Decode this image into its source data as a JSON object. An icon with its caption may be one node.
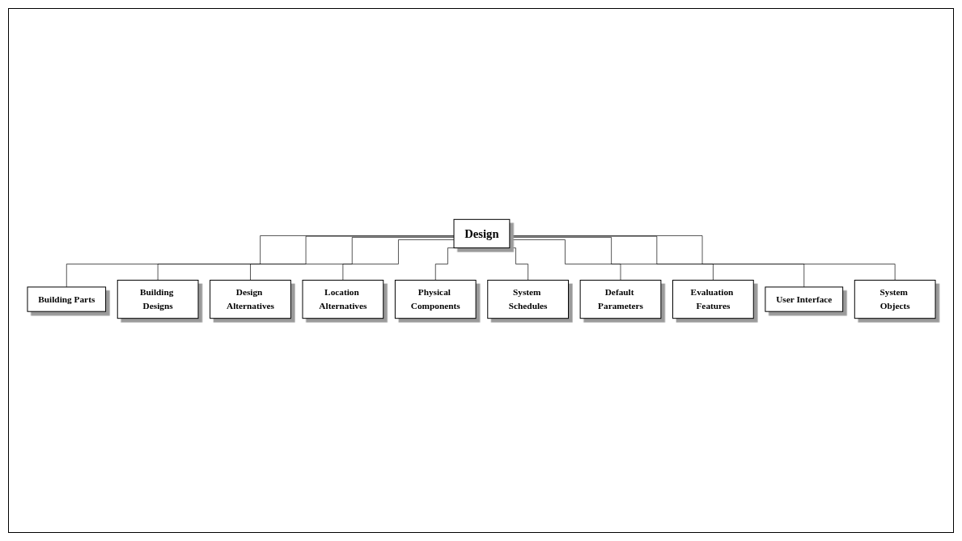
{
  "diagram": {
    "nodes": [
      {
        "text": [
          "Design"
        ]
      },
      {
        "text": [
          "Building Parts"
        ]
      },
      {
        "text": [
          "Building Designs"
        ]
      },
      {
        "text": [
          "Design Alternatives"
        ]
      },
      {
        "text": [
          "Location Alternatives"
        ]
      },
      {
        "text": [
          "Physical Components"
        ]
      },
      {
        "text": [
          "System Schedules"
        ]
      },
      {
        "text": [
          "Default Parameters"
        ]
      },
      {
        "text": [
          "Evaluation Features"
        ]
      },
      {
        "text": [
          "User Interface"
        ]
      },
      {
        "text": [
          "System Objects"
        ]
      }
    ],
    "edges": [
      {
        "from": 0,
        "to": 1,
        "arrow": "none"
      },
      {
        "from": 0,
        "to": 2,
        "arrow": "none"
      },
      {
        "from": 0,
        "to": 3,
        "arrow": "none"
      },
      {
        "from": 0,
        "to": 4,
        "arrow": "none"
      },
      {
        "from": 0,
        "to": 5,
        "arrow": "none"
      },
      {
        "from": 0,
        "to": 6,
        "arrow": "none"
      },
      {
        "from": 0,
        "to": 7,
        "arrow": "none"
      },
      {
        "from": 0,
        "to": 8,
        "arrow": "none"
      },
      {
        "from": 0,
        "to": 9,
        "arrow": "none"
      },
      {
        "from": 0,
        "to": 10,
        "arrow": "none"
      }
    ]
  }
}
